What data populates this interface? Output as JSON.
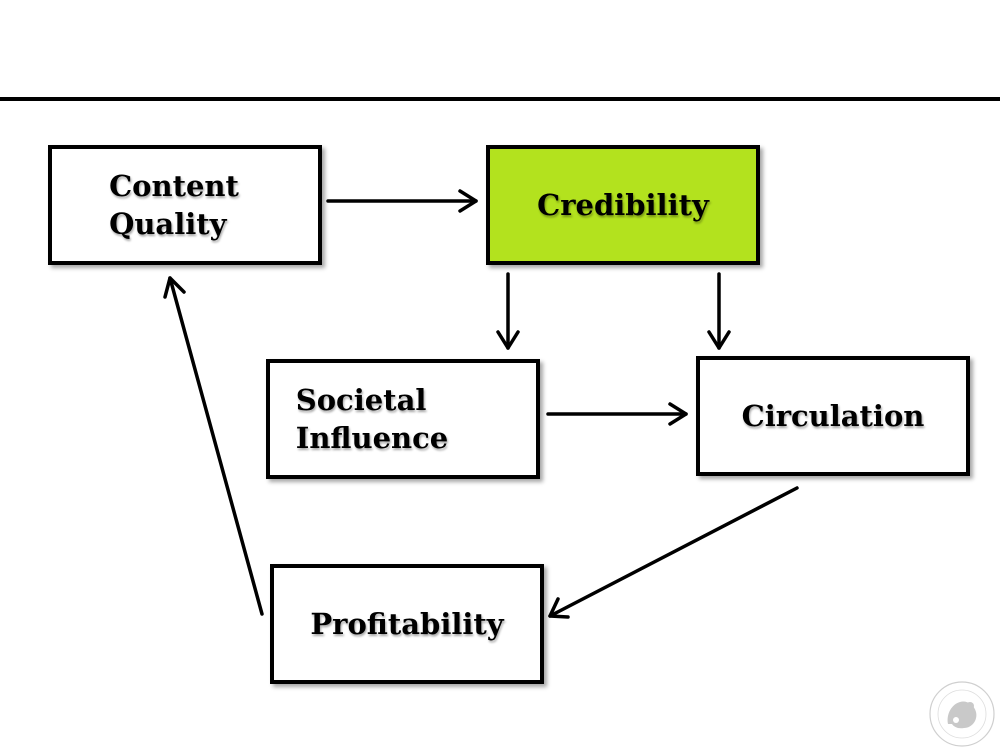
{
  "diagram": {
    "nodes": {
      "content_quality": {
        "lines": [
          "Content",
          "Quality"
        ]
      },
      "credibility": {
        "lines": [
          "Credibility"
        ],
        "fill": "#b3e21e"
      },
      "societal_influence": {
        "lines": [
          "Societal",
          "Influence"
        ]
      },
      "circulation": {
        "lines": [
          "Circulation"
        ]
      },
      "profitability": {
        "lines": [
          "Profitability"
        ]
      }
    },
    "edges": [
      {
        "from": "content_quality",
        "to": "credibility"
      },
      {
        "from": "credibility",
        "to": "societal_influence"
      },
      {
        "from": "credibility",
        "to": "circulation"
      },
      {
        "from": "societal_influence",
        "to": "circulation"
      },
      {
        "from": "circulation",
        "to": "profitability"
      },
      {
        "from": "profitability",
        "to": "content_quality"
      }
    ]
  },
  "colors": {
    "line": "#000000",
    "box_border": "#000000",
    "highlight": "#b3e21e"
  },
  "logo": {
    "icon": "university-seal-icon"
  }
}
